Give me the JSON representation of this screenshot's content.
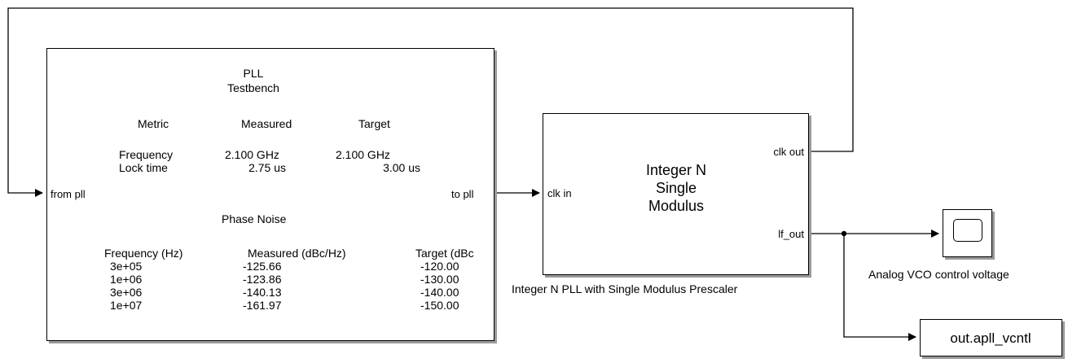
{
  "testbench": {
    "title_line1": "PLL",
    "title_line2": "Testbench",
    "metric_header": "Metric",
    "measured_header": "Measured",
    "target_header": "Target",
    "rows": [
      {
        "metric": "Frequency",
        "measured": "2.100 GHz",
        "target": "2.100 GHz"
      },
      {
        "metric": "Lock time",
        "measured": "2.75 us",
        "target": "3.00 us"
      }
    ],
    "phase_noise_title": "Phase Noise",
    "pn_col_freq": "Frequency (Hz)",
    "pn_col_measured": "Measured (dBc/Hz)",
    "pn_col_target": "Target (dBc",
    "pn_rows": [
      {
        "freq": "3e+05",
        "measured": "-125.66",
        "target": "-120.00"
      },
      {
        "freq": "1e+06",
        "measured": "-123.86",
        "target": "-130.00"
      },
      {
        "freq": "3e+06",
        "measured": "-140.13",
        "target": "-140.00"
      },
      {
        "freq": "1e+07",
        "measured": "-161.97",
        "target": "-150.00"
      }
    ],
    "port_in": "from pll",
    "port_out": "to pll"
  },
  "pll_block": {
    "label_line1": "Integer N",
    "label_line2": "Single",
    "label_line3": "Modulus",
    "port_in": "clk in",
    "port_out1": "clk out",
    "port_out2": "lf_out",
    "caption": "Integer N PLL with Single Modulus Prescaler"
  },
  "scope": {
    "caption": "Analog VCO control voltage"
  },
  "to_workspace": {
    "label": "out.apll_vcntl"
  }
}
